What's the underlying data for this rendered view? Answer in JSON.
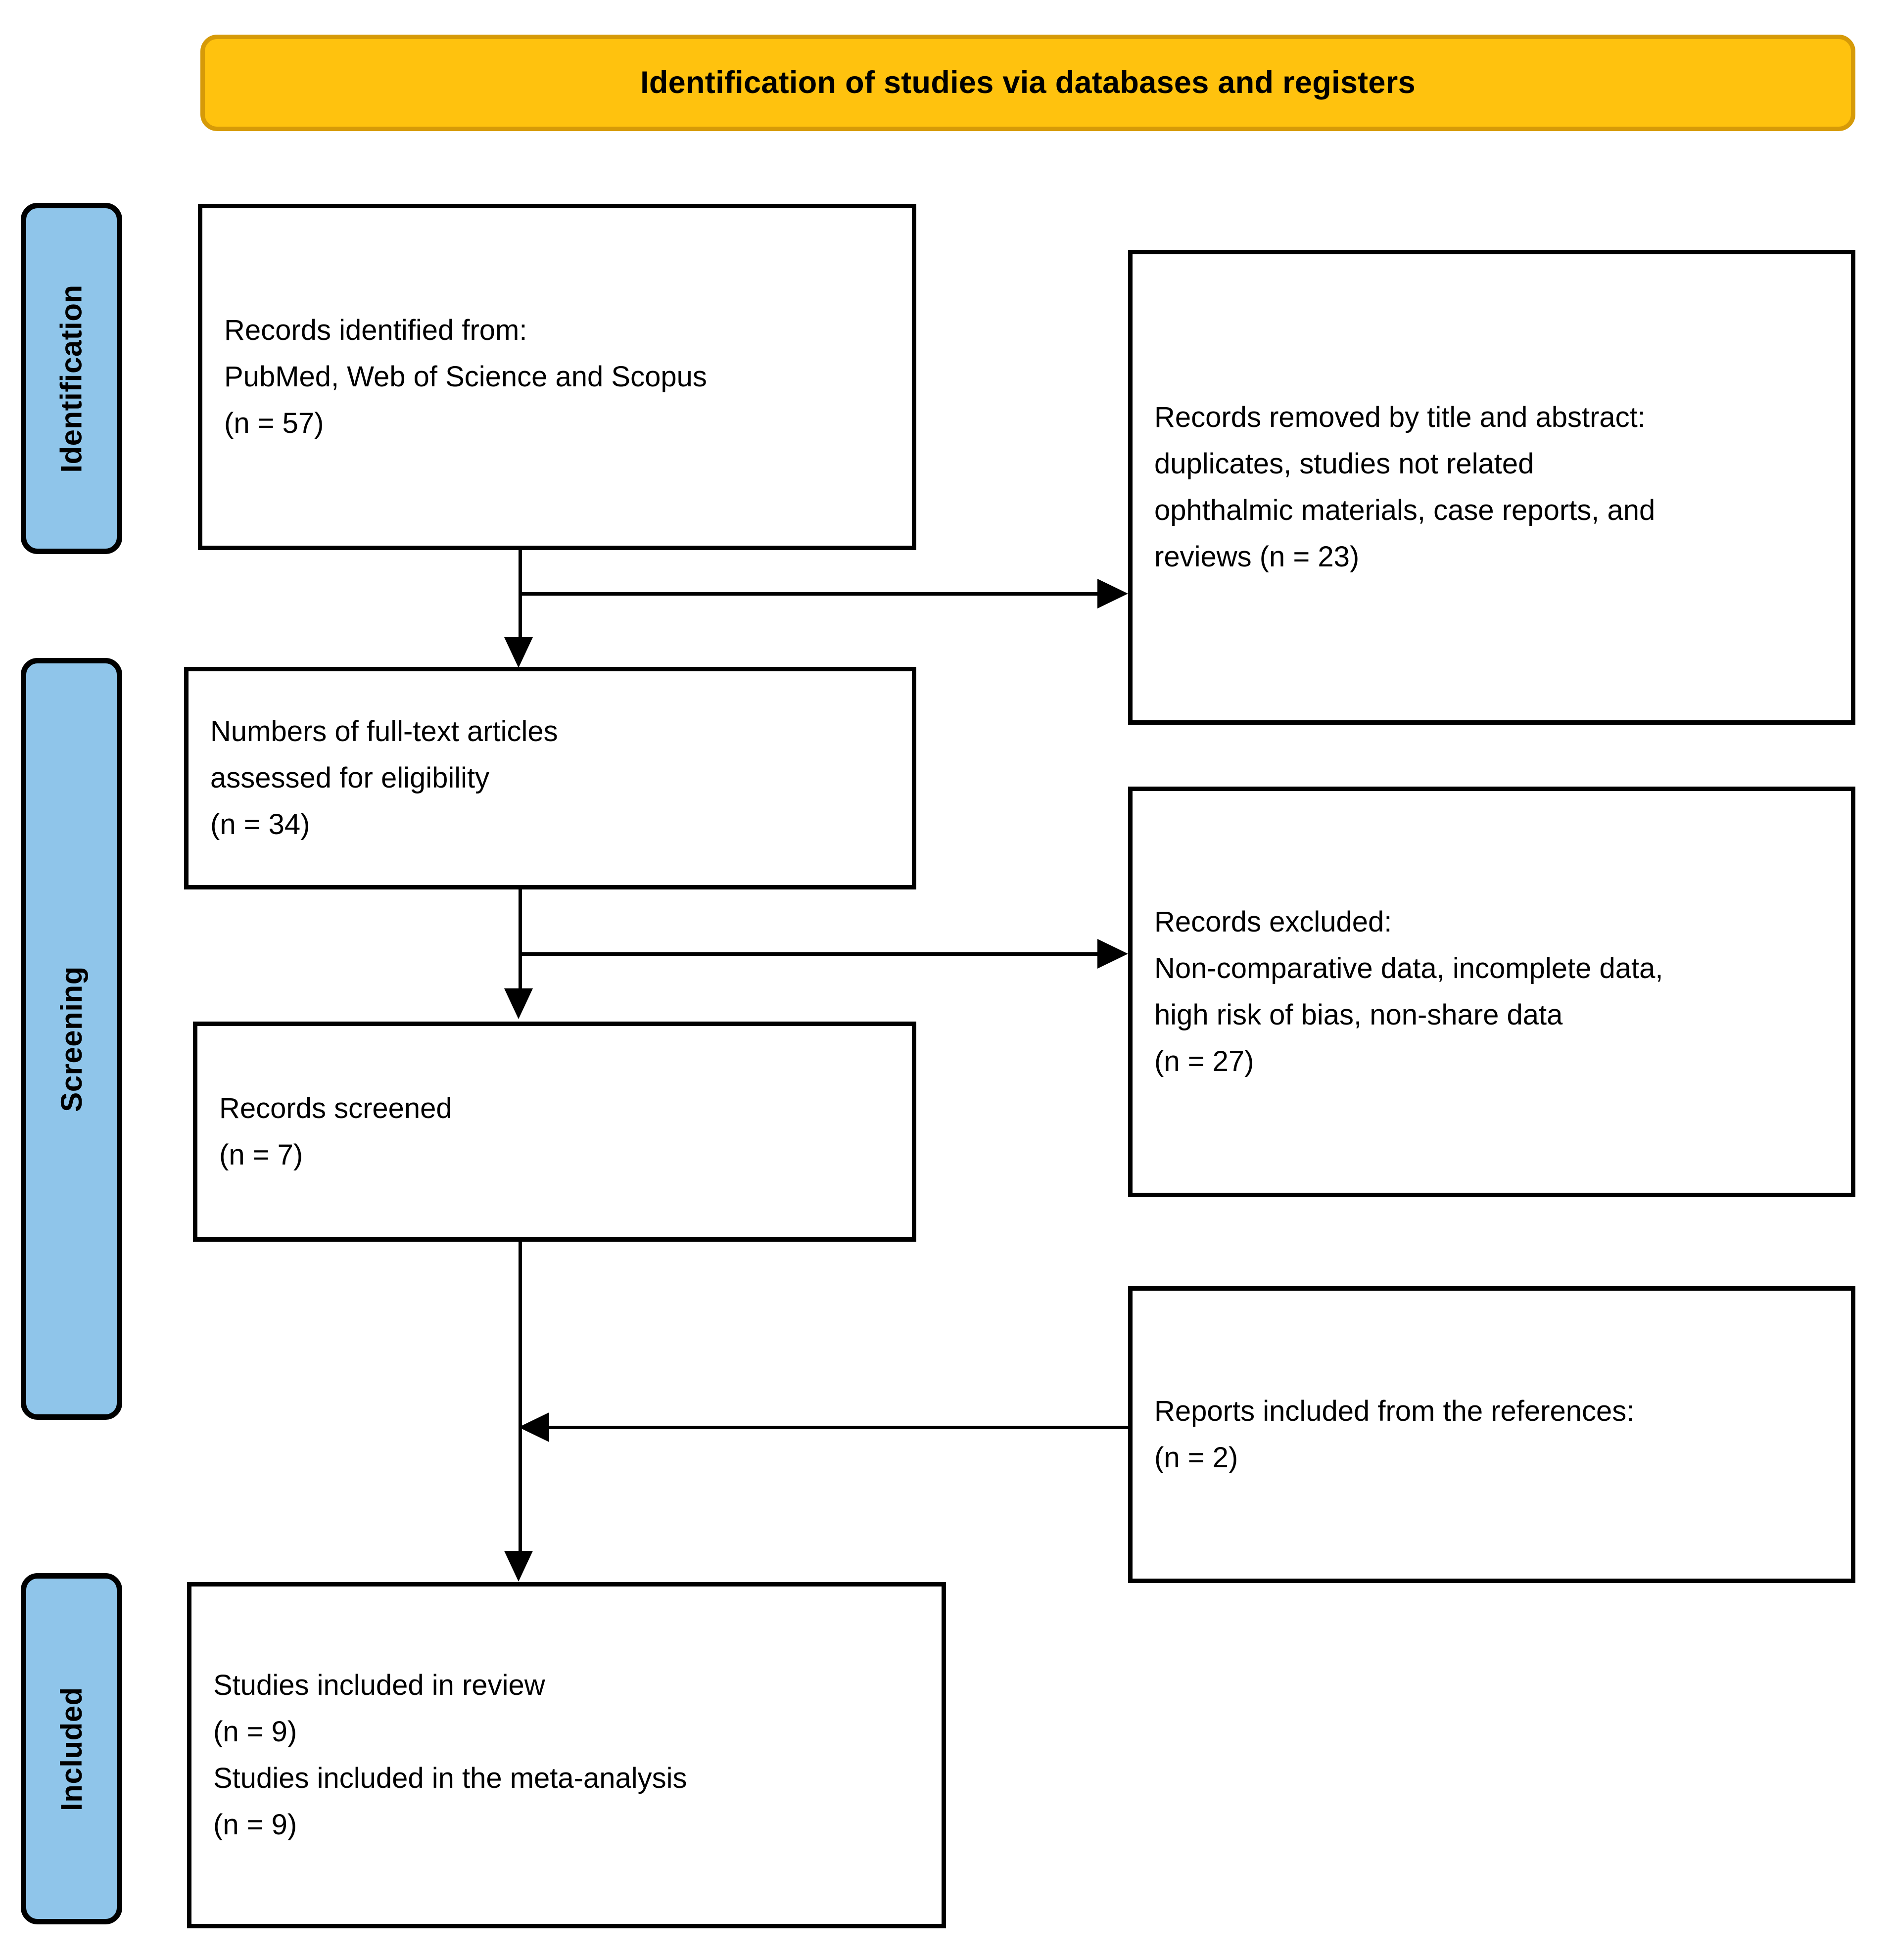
{
  "diagram": {
    "type": "prisma-flow-diagram",
    "banner": {
      "title": "Identification of studies via databases and registers",
      "fill_color": "#FFC20E",
      "border_color": "#D69A08"
    },
    "stages": [
      {
        "id": "identification",
        "label": "Identification",
        "fill_color": "#8FC5EA"
      },
      {
        "id": "screening",
        "label": "Screening",
        "fill_color": "#8FC5EA"
      },
      {
        "id": "included",
        "label": "Included",
        "fill_color": "#8FC5EA"
      }
    ],
    "boxes": {
      "records_identified": {
        "line1": "Records identified from:",
        "line2": "PubMed, Web of Science and Scopus",
        "line3": "(n = 57)",
        "count": 57
      },
      "records_removed": {
        "line1": "Records removed by title and abstract:",
        "line2": "duplicates, studies not related",
        "line3": "ophthalmic materials, case reports, and",
        "line4": "reviews (n = 23)",
        "count": 23
      },
      "full_text_assessed": {
        "line1": "Numbers of full-text articles",
        "line2": "assessed for eligibility",
        "line3": "(n = 34)",
        "count": 34
      },
      "records_excluded": {
        "line1": "Records excluded:",
        "line2": "Non-comparative data, incomplete data,",
        "line3": "high risk of bias, non-share data",
        "line4": "(n = 27)",
        "count": 27
      },
      "records_screened": {
        "line1": "Records screened",
        "line2": "(n = 7)",
        "count": 7
      },
      "reports_from_references": {
        "line1": "Reports included from the references:",
        "line2": "(n = 2)",
        "count": 2
      },
      "studies_included": {
        "line1": "Studies included in review",
        "line2": "(n = 9)",
        "line3": "Studies included in the meta-analysis",
        "line4": "(n = 9)",
        "count_review": 9,
        "count_meta": 9
      }
    }
  }
}
